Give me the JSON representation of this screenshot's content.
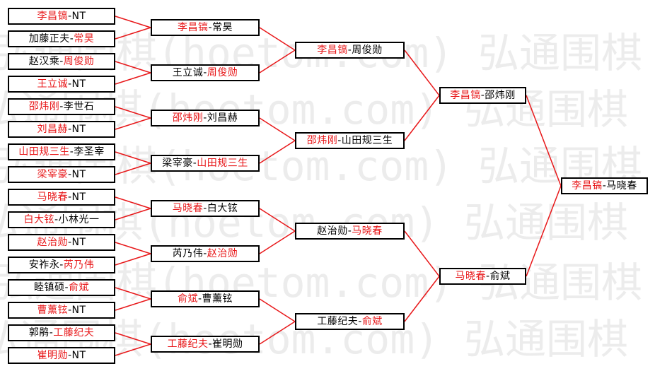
{
  "watermark": "弘通围棋(hoetom.com) 弘通围棋",
  "colors": {
    "winner": "#e8181a",
    "line": "#e8181a",
    "text": "#000000",
    "border": "#000000"
  },
  "round1": [
    {
      "a": "李昌镐",
      "b": "NT",
      "winner": "a"
    },
    {
      "a": "加藤正夫",
      "b": "常昊",
      "winner": "b"
    },
    {
      "a": "赵汉乘",
      "b": "周俊勋",
      "winner": "b"
    },
    {
      "a": "王立诚",
      "b": "NT",
      "winner": "a"
    },
    {
      "a": "邵炜刚",
      "b": "李世石",
      "winner": "a"
    },
    {
      "a": "刘昌赫",
      "b": "NT",
      "winner": "a"
    },
    {
      "a": "山田规三生",
      "b": "李圣宰",
      "winner": "a"
    },
    {
      "a": "梁宰豪",
      "b": "NT",
      "winner": "a"
    },
    {
      "a": "马晓春",
      "b": "NT",
      "winner": "a"
    },
    {
      "a": "白大铉",
      "b": "小林光一",
      "winner": "a"
    },
    {
      "a": "赵治勋",
      "b": "NT",
      "winner": "a"
    },
    {
      "a": "安祚永",
      "b": "芮乃伟",
      "winner": "b"
    },
    {
      "a": "睦镇硕",
      "b": "俞斌",
      "winner": "b"
    },
    {
      "a": "曹薰铉",
      "b": "NT",
      "winner": "a"
    },
    {
      "a": "郭鹃",
      "b": "工藤纪夫",
      "winner": "b"
    },
    {
      "a": "崔明勋",
      "b": "NT",
      "winner": "a"
    }
  ],
  "round2": [
    {
      "a": "李昌镐",
      "b": "常昊",
      "winner": "a"
    },
    {
      "a": "王立诚",
      "b": "周俊勋",
      "winner": "b"
    },
    {
      "a": "邵炜刚",
      "b": "刘昌赫",
      "winner": "a"
    },
    {
      "a": "梁宰豪",
      "b": "山田规三生",
      "winner": "b"
    },
    {
      "a": "马晓春",
      "b": "白大铉",
      "winner": "a"
    },
    {
      "a": "芮乃伟",
      "b": "赵治勋",
      "winner": "b"
    },
    {
      "a": "俞斌",
      "b": "曹薰铉",
      "winner": "a"
    },
    {
      "a": "工藤纪夫",
      "b": "崔明勋",
      "winner": "a"
    }
  ],
  "round3": [
    {
      "a": "李昌镐",
      "b": "周俊勋",
      "winner": "a"
    },
    {
      "a": "邵炜刚",
      "b": "山田规三生",
      "winner": "a"
    },
    {
      "a": "赵治勋",
      "b": "马晓春",
      "winner": "b"
    },
    {
      "a": "工藤纪夫",
      "b": "俞斌",
      "winner": "b"
    }
  ],
  "round4": [
    {
      "a": "李昌镐",
      "b": "邵炜刚",
      "winner": "a"
    },
    {
      "a": "马晓春",
      "b": "俞斌",
      "winner": "a"
    }
  ],
  "final": [
    {
      "a": "李昌镐",
      "b": "马晓春",
      "winner": "a"
    }
  ]
}
